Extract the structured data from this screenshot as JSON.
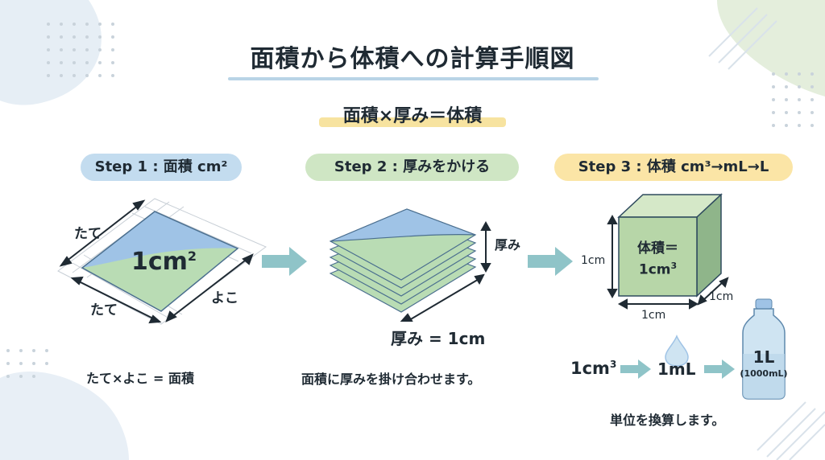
{
  "title": "面積から体積への計算手順図",
  "formula": "面積×厚み＝体積",
  "steps": [
    {
      "label": "Step 1 : 面積 cm²"
    },
    {
      "label": "Step 2 : 厚みをかける"
    },
    {
      "label": "Step 3 : 体積 cm³→mL→L"
    }
  ],
  "step1": {
    "tate_top": "たて",
    "tate_bottom": "たて",
    "yoko": "よこ",
    "area": "1cm",
    "area_sup": "2",
    "caption": "たて×よこ = 面積"
  },
  "step2": {
    "thickness_label": "厚み",
    "thickness_value": "厚み = 1cm",
    "caption": "面積に厚みを掛け合わせます。"
  },
  "step3": {
    "cube_label_line1": "体積＝",
    "cube_label_line2": "1cm",
    "cube_label_sup": "3",
    "dim_left": "1cm",
    "dim_bottom": "1cm",
    "dim_right": "1cm",
    "conv_cm3": "1cm",
    "conv_cm3_sup": "3",
    "conv_ml": "1mL",
    "bottle_l": "1L",
    "bottle_ml": "(1000mL)",
    "caption": "単位を換算します。"
  },
  "colors": {
    "blue": "#9fc3e6",
    "green": "#b9dcb4",
    "yellow": "#f7e3a0",
    "arrow": "#8fc4c8",
    "bottle": "#cfe4f2"
  }
}
